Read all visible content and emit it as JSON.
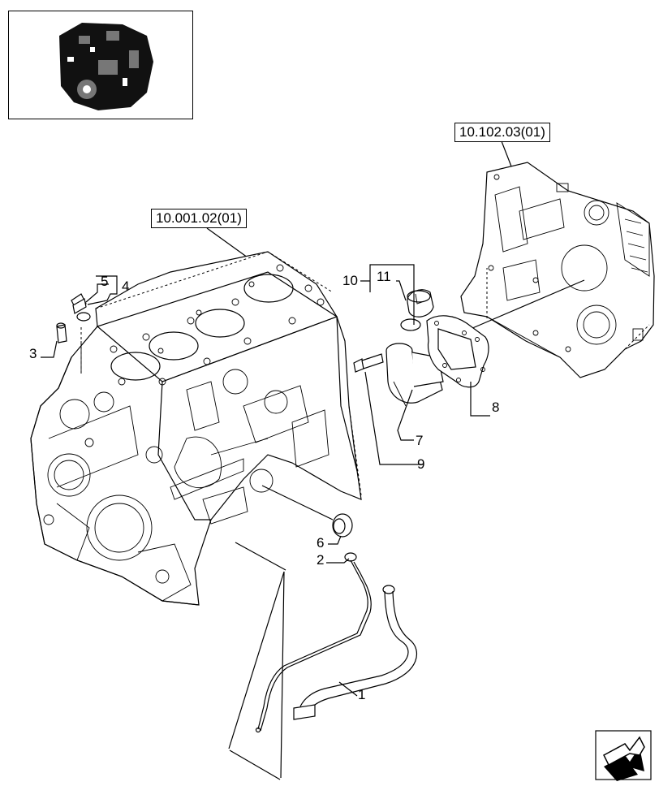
{
  "references": {
    "engine_block": "10.001.02(01)",
    "flywheel_housing": "10.102.03(01)"
  },
  "callouts": {
    "c1": "1",
    "c2": "2",
    "c3": "3",
    "c4": "4",
    "c5": "5",
    "c6": "6",
    "c7": "7",
    "c8": "8",
    "c9": "9",
    "c10": "10",
    "c11": "11"
  },
  "icons": {
    "thumbnail": "engine-thumbnail-icon",
    "nav": "next-page-arrow-icon"
  }
}
